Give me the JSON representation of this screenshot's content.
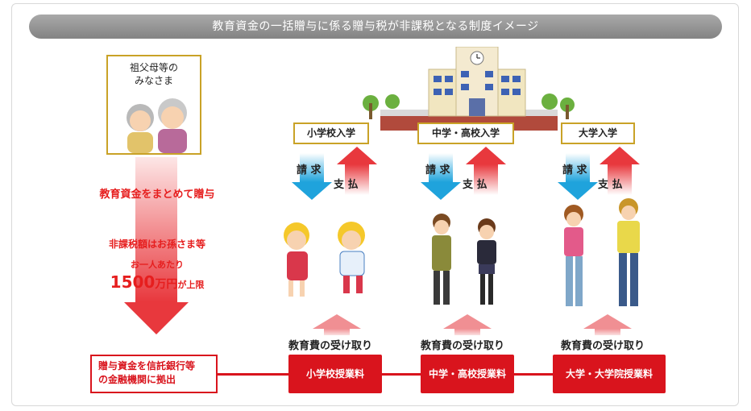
{
  "title": "教育資金の一括贈与に係る贈与税が非課税となる制度イメージ",
  "grandparents": {
    "line1": "祖父母等の",
    "line2": "みなさま"
  },
  "left": {
    "gift_text": "教育資金をまとめて贈与",
    "limit_line1": "非課税額はお孫さま等",
    "limit_line2": "お一人あたり",
    "limit_amount": "1500",
    "limit_unit": "万円",
    "limit_suffix": "が上限",
    "deposit_line1": "贈与資金を信託銀行等",
    "deposit_line2": "の金融機関に拠出"
  },
  "stages": [
    {
      "label": "小学校入学",
      "request": "請 求",
      "payment": "支 払",
      "receive": "教育費の受け取り",
      "fee": "小学校授業料"
    },
    {
      "label": "中学・高校入学",
      "request": "請 求",
      "payment": "支 払",
      "receive": "教育費の受け取り",
      "fee": "中学・高校授業料"
    },
    {
      "label": "大学入学",
      "request": "請 求",
      "payment": "支 払",
      "receive": "教育費の受け取り",
      "fee": "大学・大学院授業料"
    }
  ],
  "colors": {
    "accent_red": "#d9141d",
    "border_gold": "#c9a227",
    "request_blue": "#1fa3dc",
    "title_gray": "#8f8f8f"
  }
}
